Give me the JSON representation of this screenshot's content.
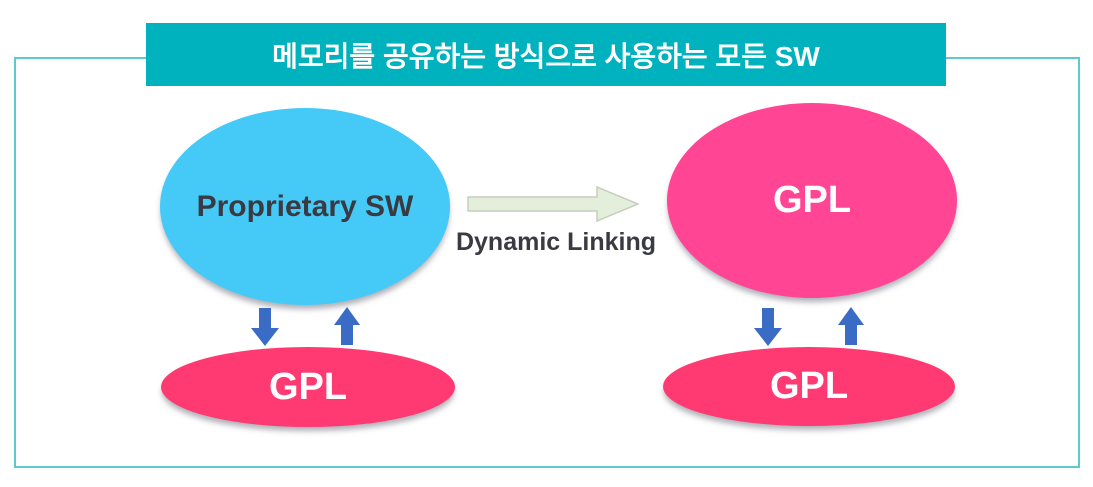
{
  "banner": {
    "title": "메모리를 공유하는 방식으로 사용하는 모든 SW"
  },
  "diagram": {
    "left": {
      "main_label": "Proprietary SW",
      "sub_label": "GPL"
    },
    "right": {
      "main_label": "GPL",
      "sub_label": "GPL"
    },
    "link_label": "Dynamic Linking",
    "icons": {
      "link_arrow": "right-block-arrow-icon",
      "exchange_down": "down-arrow-icon",
      "exchange_up": "up-arrow-icon"
    }
  },
  "colors": {
    "banner_bg": "#00B2BD",
    "border": "#5ECACF",
    "proprietary_fill": "#45CAF7",
    "gpl_main_fill": "#FF4593",
    "gpl_sub_fill": "#FF3A72",
    "link_arrow_fill": "#E4EFDB",
    "link_arrow_stroke": "#C6CEBE",
    "exchange_arrow": "#3B6CC5",
    "text_dark": "#3A3A42",
    "text_white": "#FFFFFF"
  }
}
